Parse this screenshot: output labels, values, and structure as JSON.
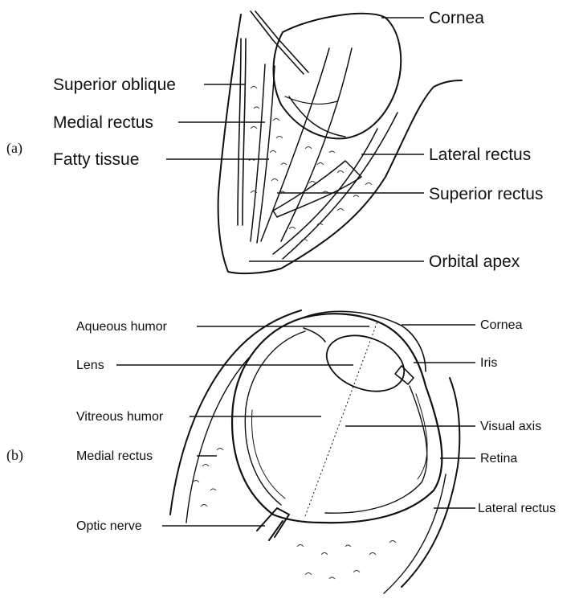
{
  "panels": {
    "a": {
      "tag": "(a)",
      "labels": {
        "cornea": "Cornea",
        "superior_oblique": "Superior oblique",
        "medial_rectus": "Medial rectus",
        "fatty_tissue": "Fatty tissue",
        "lateral_rectus": "Lateral rectus",
        "superior_rectus": "Superior rectus",
        "orbital_apex": "Orbital apex"
      }
    },
    "b": {
      "tag": "(b)",
      "labels": {
        "aqueous_humor": "Aqueous humor",
        "lens": "Lens",
        "vitreous_humor": "Vitreous humor",
        "medial_rectus": "Medial rectus",
        "optic_nerve": "Optic nerve",
        "cornea": "Cornea",
        "iris": "Iris",
        "visual_axis": "Visual axis",
        "retina": "Retina",
        "lateral_rectus": "Lateral rectus"
      }
    }
  }
}
